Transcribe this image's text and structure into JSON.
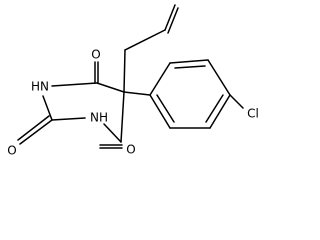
{
  "atoms": {
    "o_top": "O",
    "hn_left": "HN",
    "o_left": "O",
    "nh_bottom": "NH",
    "o_bottom": "O",
    "cl": "Cl"
  },
  "colors": {
    "stroke": "#000000",
    "background": "#ffffff"
  }
}
